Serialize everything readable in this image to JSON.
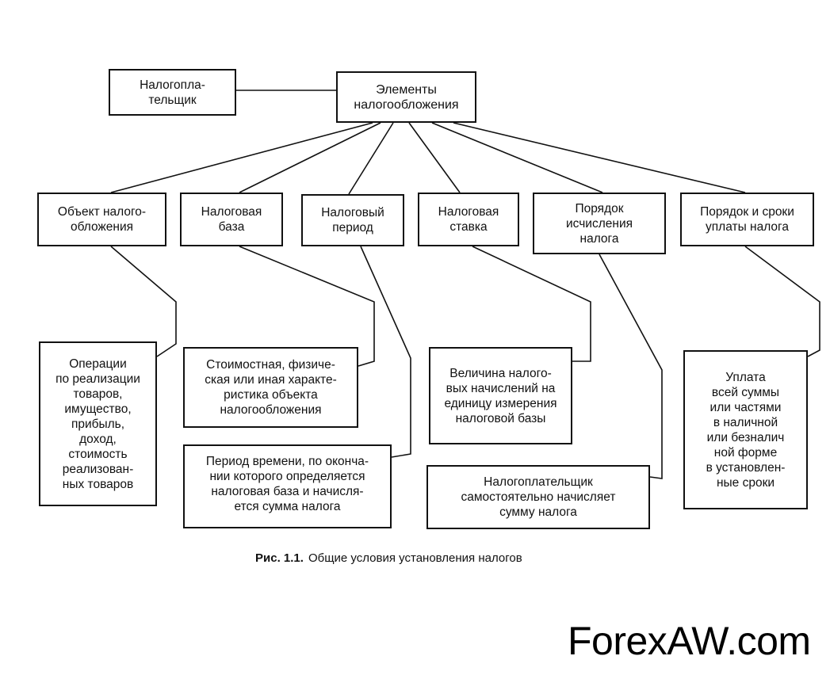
{
  "nodes": {
    "taxpayer": "Налогопла-\nтельщик",
    "root": "Элементы\nналогообложения",
    "object": "Объект налого-\nобложения",
    "base": "Налоговая\nбаза",
    "period": "Налоговый\nпериод",
    "rate": "Налоговая\nставка",
    "calc": "Порядок\nисчисления\nналога",
    "payment": "Порядок и сроки\nуплаты налога"
  },
  "details": {
    "object": "Операции\nпо реализации\nтоваров,\nимущество,\nприбыль,\nдоход,\nстоимость\nреализован-\nных товаров",
    "base": "Стоимостная, физиче-\nская или иная характе-\nристика объекта\nналогообложения",
    "period": "Период времени, по оконча-\nнии которого определяется\nналоговая база и начисля-\nется сумма налога",
    "rate": "Величина налого-\nвых начислений на\nединицу измерения\nналоговой базы",
    "calc": "Налогоплательщик\nсамостоятельно начисляет\nсумму налога",
    "payment": "Уплата\nвсей суммы\nили частями\nв наличной\nили безналич\nной форме\nв установлен-\nные сроки"
  },
  "caption": {
    "label": "Рис. 1.1.",
    "text": "Общие условия установления налогов"
  },
  "watermark": "ForexAW.com"
}
